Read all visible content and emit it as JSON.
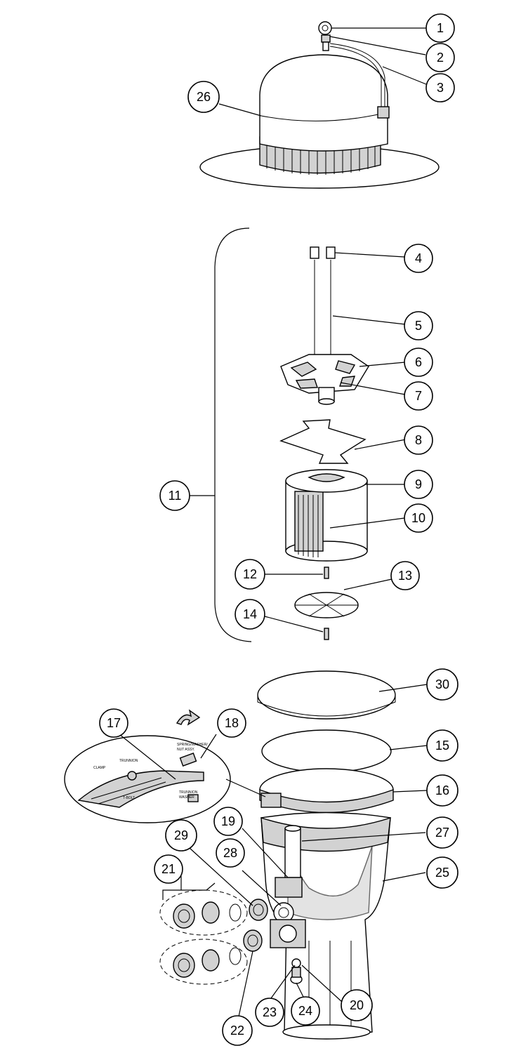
{
  "diagram": {
    "callouts": [
      {
        "id": "1",
        "label": "1"
      },
      {
        "id": "2",
        "label": "2"
      },
      {
        "id": "3",
        "label": "3"
      },
      {
        "id": "26",
        "label": "26"
      },
      {
        "id": "4",
        "label": "4"
      },
      {
        "id": "5",
        "label": "5"
      },
      {
        "id": "6",
        "label": "6"
      },
      {
        "id": "7",
        "label": "7"
      },
      {
        "id": "8",
        "label": "8"
      },
      {
        "id": "9",
        "label": "9"
      },
      {
        "id": "10",
        "label": "10"
      },
      {
        "id": "11",
        "label": "11"
      },
      {
        "id": "12",
        "label": "12"
      },
      {
        "id": "13",
        "label": "13"
      },
      {
        "id": "14",
        "label": "14"
      },
      {
        "id": "30",
        "label": "30"
      },
      {
        "id": "17",
        "label": "17"
      },
      {
        "id": "18",
        "label": "18"
      },
      {
        "id": "15",
        "label": "15"
      },
      {
        "id": "16",
        "label": "16"
      },
      {
        "id": "19",
        "label": "19"
      },
      {
        "id": "27",
        "label": "27"
      },
      {
        "id": "29",
        "label": "29"
      },
      {
        "id": "28",
        "label": "28"
      },
      {
        "id": "25",
        "label": "25"
      },
      {
        "id": "21",
        "label": "21"
      },
      {
        "id": "22",
        "label": "22"
      },
      {
        "id": "23",
        "label": "23"
      },
      {
        "id": "24",
        "label": "24"
      },
      {
        "id": "20",
        "label": "20"
      }
    ],
    "inset_labels": {
      "clamp": "CLAMP",
      "trunnion": "TRUNNION",
      "t_bolt": "T-BOLT",
      "spring_washer_nut": "SPRING/WASHER/",
      "nut_assy": "NUT ASSY.",
      "trunnion_washer": "TRUNNION",
      "washer": "WASHER"
    }
  }
}
